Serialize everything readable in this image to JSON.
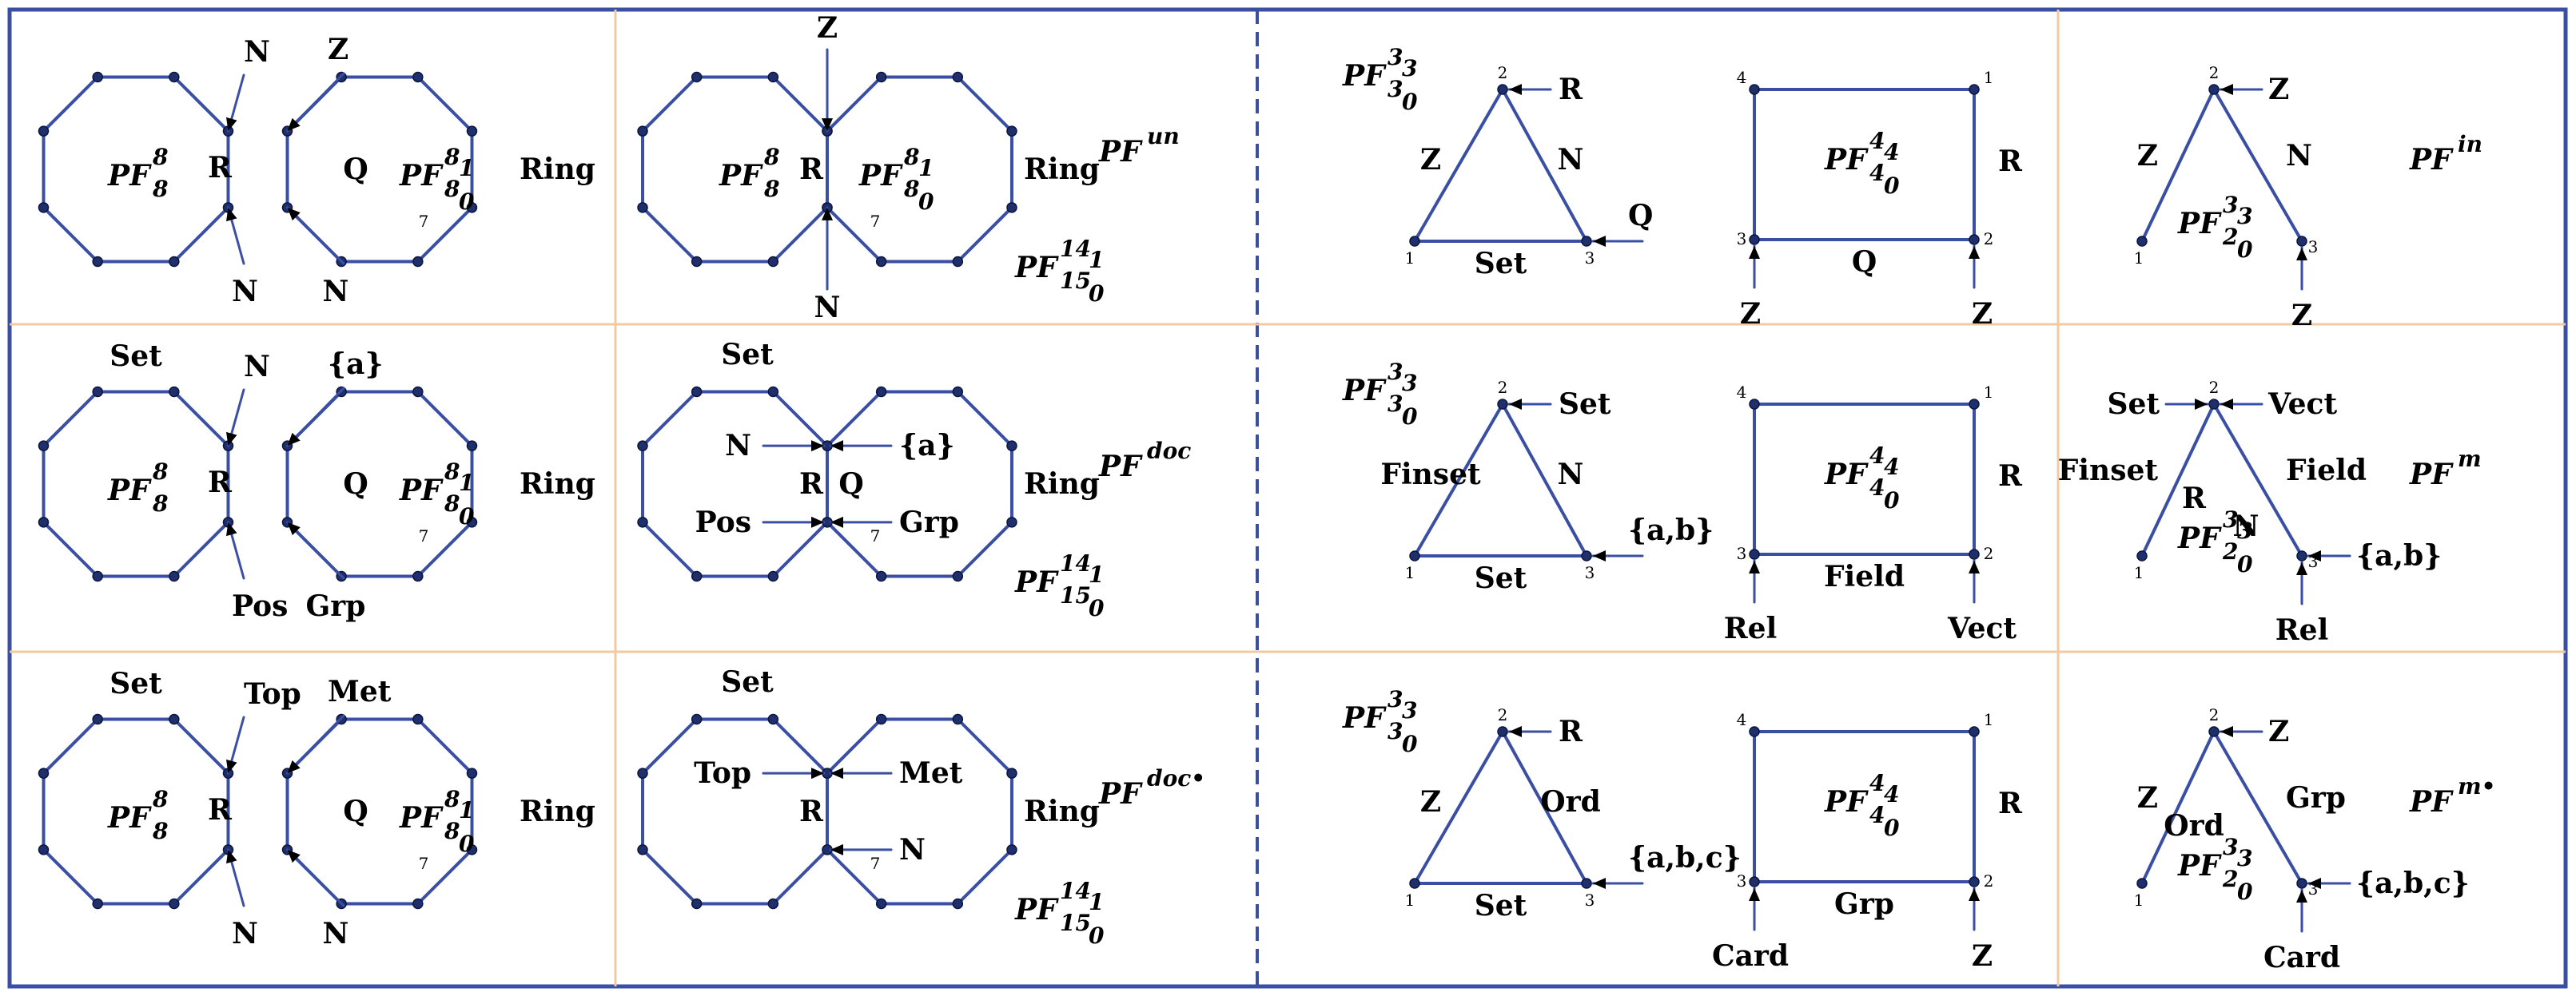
{
  "colors": {
    "edge": "#3a4fa3",
    "node": "#1f2f6b",
    "grid": "#f2c9a0",
    "frame": "#3a4fa3"
  },
  "rows": [
    {
      "c1": {
        "left": {
          "top": "",
          "right_top": "N",
          "right_mid": "R",
          "right_bot": "N",
          "pf": "PF",
          "sub": "8",
          "sup": "8"
        },
        "right": {
          "top_left": "Z",
          "left_mid": "Q",
          "right_mid": "Ring",
          "bot_left": "N",
          "pf": "PF",
          "sub": "8",
          "subsub": "0",
          "sup": "8",
          "supsub": "1",
          "seven": "7"
        }
      },
      "c2": {
        "top": "Z",
        "bottom": "N",
        "mid": "R",
        "inner_left": "",
        "inner_right": "",
        "lower_left": "",
        "lower_right": "",
        "ring": "Ring",
        "pfl": "PF",
        "pfl_sub": "8",
        "pfl_sup": "8",
        "pfr": "PF",
        "pfr_sub": "8",
        "pfr_subsub": "0",
        "pfr_sup": "8",
        "pfr_supsub": "1",
        "seven": "7",
        "name_pf": "PF",
        "name_sup": "un",
        "big_pf": "PF",
        "big_sub": "15",
        "big_subsub": "0",
        "big_sup": "14",
        "big_supsub": "1"
      },
      "c3": {
        "pf": "PF",
        "sub": "3",
        "subsub": "0",
        "sup": "3",
        "supsub": "3",
        "n1": "1",
        "n2": "2",
        "n3": "3",
        "left": "Z",
        "right": "N",
        "base": "Set",
        "arrow_top": "R",
        "arrow_right": "Q"
      },
      "c4": {
        "pf": "PF",
        "sub": "4",
        "subsub": "0",
        "sup": "4",
        "supsub": "4",
        "n1": "1",
        "n2": "2",
        "n3": "3",
        "n4": "4",
        "right": "R",
        "bottom": "Q",
        "bot_left": "Z",
        "bot_right": "Z"
      },
      "c5": {
        "n1": "1",
        "n2": "2",
        "n3": "3",
        "arrow_top": "Z",
        "left": "Z",
        "right": "N",
        "inner_left": "",
        "inner_right": "",
        "arrow_left": "",
        "arrow_right": "",
        "bottom": "Z",
        "pf": "PF",
        "sub": "2",
        "subsub": "0",
        "sup": "3",
        "supsub": "3",
        "name_pf": "PF",
        "name_sup": "in"
      }
    },
    {
      "c1": {
        "left": {
          "top": "Set",
          "right_top": "N",
          "right_mid": "R",
          "right_bot": "Pos",
          "pf": "PF",
          "sub": "8",
          "sup": "8"
        },
        "right": {
          "top_left": "{a}",
          "left_mid": "Q",
          "right_mid": "Ring",
          "bot_left": "Grp",
          "pf": "PF",
          "sub": "8",
          "subsub": "0",
          "sup": "8",
          "supsub": "1",
          "seven": "7"
        }
      },
      "c2": {
        "top": "Set",
        "bottom": "",
        "mid": "R",
        "inner_left": "N",
        "inner_right": "{a}",
        "lower_left": "Pos",
        "lower_right": "Grp",
        "ring": "Ring",
        "q": "Q",
        "pfl": "",
        "pfr": "",
        "seven": "7",
        "name_pf": "PF",
        "name_sup": "doc",
        "big_pf": "PF",
        "big_sub": "15",
        "big_subsub": "0",
        "big_sup": "14",
        "big_supsub": "1"
      },
      "c3": {
        "pf": "PF",
        "sub": "3",
        "subsub": "0",
        "sup": "3",
        "supsub": "3",
        "n1": "1",
        "n2": "2",
        "n3": "3",
        "left": "Finset",
        "right": "N",
        "base": "Set",
        "arrow_top": "Set",
        "arrow_right": "{a,b}"
      },
      "c4": {
        "pf": "PF",
        "sub": "4",
        "subsub": "0",
        "sup": "4",
        "supsub": "4",
        "n1": "1",
        "n2": "2",
        "n3": "3",
        "n4": "4",
        "right": "R",
        "bottom": "Field",
        "bot_left": "Rel",
        "bot_right": "Vect"
      },
      "c5": {
        "n1": "1",
        "n2": "2",
        "n3": "3",
        "arrow_top": "Vect",
        "left": "Finset",
        "right": "Field",
        "inner_left": "R",
        "inner_right": "N",
        "arrow_left": "Set",
        "arrow_right": "{a,b}",
        "bottom": "Rel",
        "pf": "PF",
        "sub": "2",
        "subsub": "0",
        "sup": "3",
        "supsub": "3",
        "name_pf": "PF",
        "name_sup": "m"
      }
    },
    {
      "c1": {
        "left": {
          "top": "Set",
          "right_top": "Top",
          "right_mid": "R",
          "right_bot": "N",
          "pf": "PF",
          "sub": "8",
          "sup": "8"
        },
        "right": {
          "top_left": "Met",
          "left_mid": "Q",
          "right_mid": "Ring",
          "bot_left": "N",
          "pf": "PF",
          "sub": "8",
          "subsub": "0",
          "sup": "8",
          "supsub": "1",
          "seven": "7"
        }
      },
      "c2": {
        "top": "Set",
        "bottom": "",
        "mid": "R",
        "inner_left": "Top",
        "inner_right": "Met",
        "lower_left": "",
        "lower_right": "N",
        "ring": "Ring",
        "pfl": "",
        "pfr": "",
        "seven": "7",
        "name_pf": "PF",
        "name_sup": "doc•",
        "big_pf": "PF",
        "big_sub": "15",
        "big_subsub": "0",
        "big_sup": "14",
        "big_supsub": "1"
      },
      "c3": {
        "pf": "PF",
        "sub": "3",
        "subsub": "0",
        "sup": "3",
        "supsub": "3",
        "n1": "1",
        "n2": "2",
        "n3": "3",
        "left": "Z",
        "right": "Ord",
        "base": "Set",
        "arrow_top": "R",
        "arrow_right": "{a,b,c}"
      },
      "c4": {
        "pf": "PF",
        "sub": "4",
        "subsub": "0",
        "sup": "4",
        "supsub": "4",
        "n1": "1",
        "n2": "2",
        "n3": "3",
        "n4": "4",
        "right": "R",
        "bottom": "Grp",
        "bot_left": "Card",
        "bot_right": "Z"
      },
      "c5": {
        "n1": "1",
        "n2": "2",
        "n3": "3",
        "arrow_top": "Z",
        "left": "Z",
        "right": "Grp",
        "inner_left": "Ord",
        "inner_right": "",
        "arrow_left": "",
        "arrow_right": "{a,b,c}",
        "bottom": "Card",
        "pf": "PF",
        "sub": "2",
        "subsub": "0",
        "sup": "3",
        "supsub": "3",
        "name_pf": "PF",
        "name_sup": "m•"
      }
    }
  ]
}
